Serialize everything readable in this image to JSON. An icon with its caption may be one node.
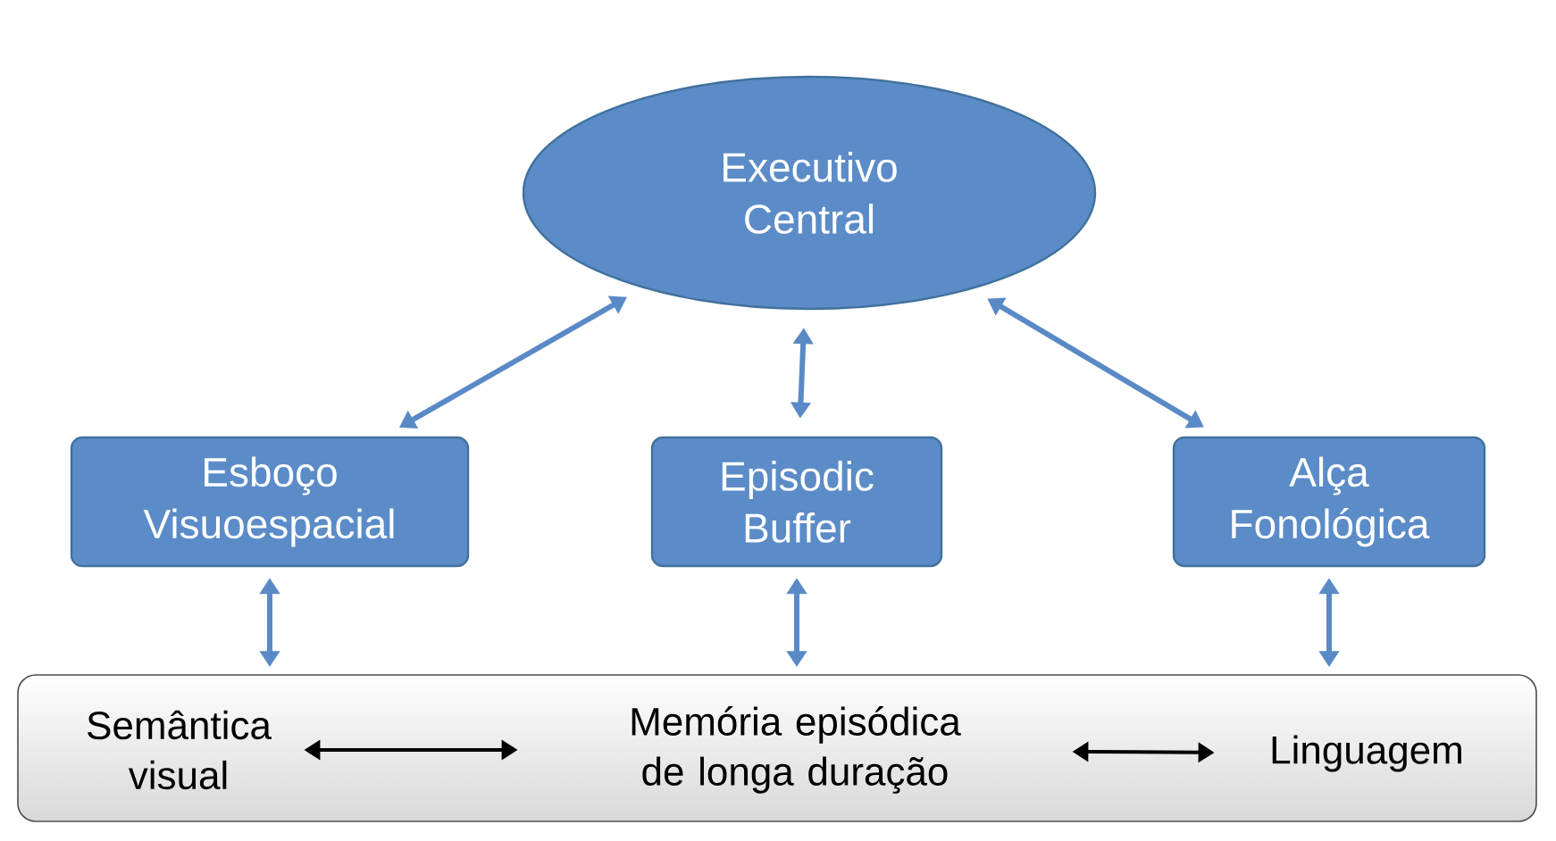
{
  "diagram": {
    "nodes": [
      {
        "text": [
          "Executivo Central"
        ]
      },
      {
        "text": [
          "Esboço Visuoespacial"
        ]
      },
      {
        "text": [
          "Episodic Buffer"
        ]
      },
      {
        "text": [
          "Alça Fonológica"
        ]
      },
      {
        "text": [],
        "shape": "box"
      },
      {
        "text": [
          "Semântica visual"
        ],
        "in": 4
      },
      {
        "text": [
          "Memória episódica de longa duração"
        ],
        "in": 4
      },
      {
        "text": [
          "Linguagem"
        ],
        "in": 4
      }
    ],
    "edges": [
      {
        "from": 0,
        "to": 1,
        "arrow": "both"
      },
      {
        "from": 0,
        "to": 2,
        "arrow": "both"
      },
      {
        "from": 0,
        "to": 3,
        "arrow": "both"
      },
      {
        "from": 1,
        "to": 4,
        "arrow": "both"
      },
      {
        "from": 2,
        "to": 4,
        "arrow": "both"
      },
      {
        "from": 3,
        "to": 4,
        "arrow": "both"
      },
      {
        "from": 5,
        "to": 6,
        "arrow": "both",
        "color": "#000000"
      },
      {
        "from": 6,
        "to": 7,
        "arrow": "both",
        "color": "#000000"
      }
    ]
  }
}
